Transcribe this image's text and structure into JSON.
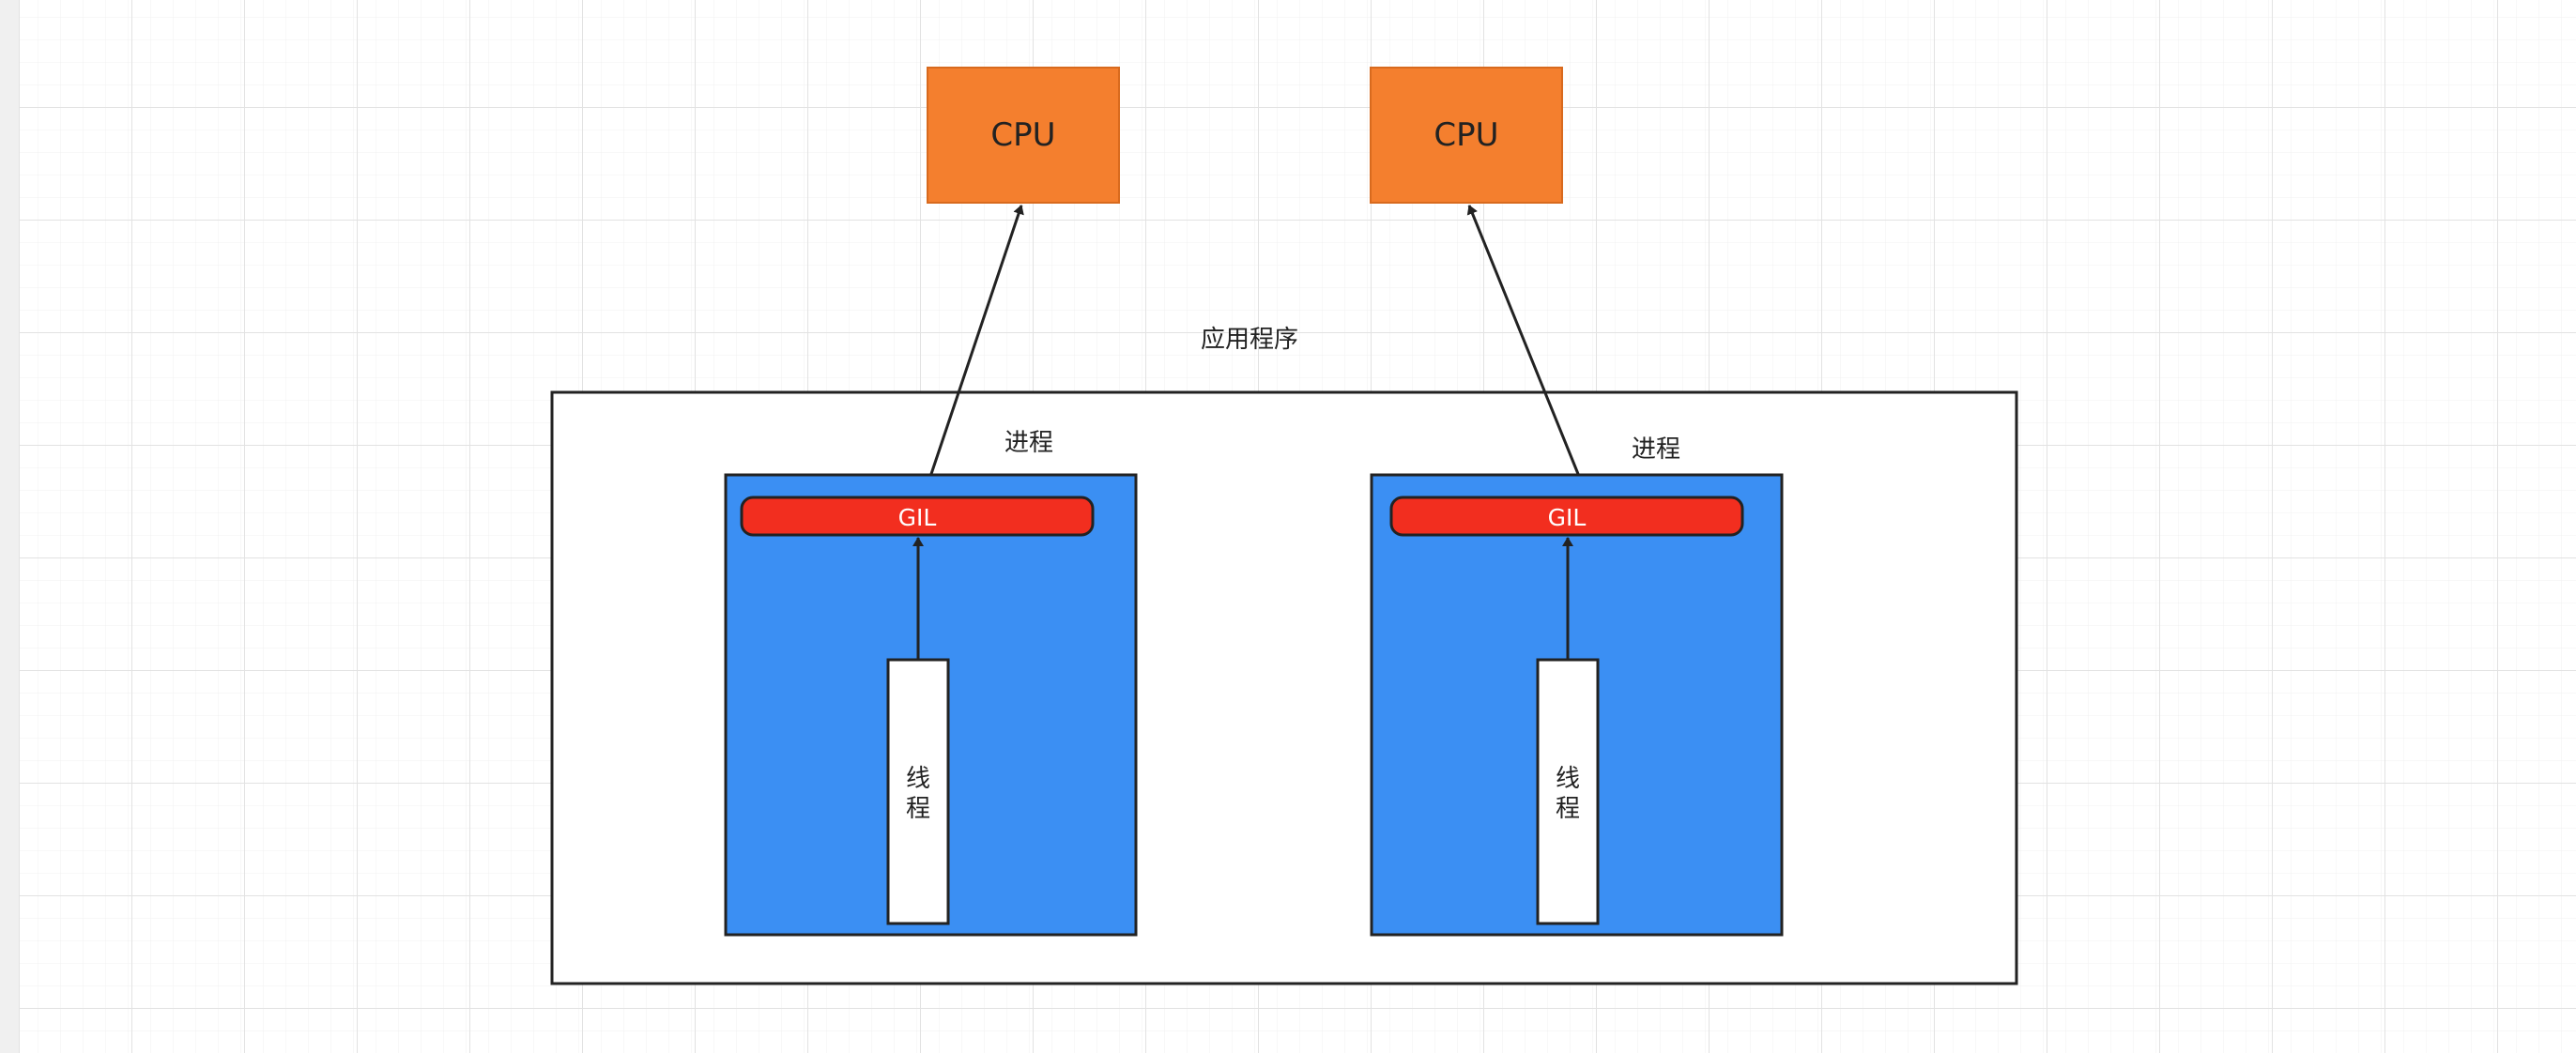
{
  "diagram": {
    "app_label": "应用程序",
    "cpus": [
      {
        "label": "CPU"
      },
      {
        "label": "CPU"
      }
    ],
    "processes": [
      {
        "label": "进程",
        "gil_label": "GIL",
        "thread_label": [
          "线",
          "程"
        ]
      },
      {
        "label": "进程",
        "gil_label": "GIL",
        "thread_label": [
          "线",
          "程"
        ]
      }
    ]
  },
  "colors": {
    "cpu_fill": "#F47F2E",
    "cpu_stroke": "#D86A1E",
    "process_fill": "#3B8FF3",
    "gil_fill": "#F22E1F",
    "thread_fill": "#FFFFFF",
    "stroke": "#222222",
    "grid_minor": "#F1F1F1",
    "grid_major": "#E2E2E2",
    "left_strip": "#F0F0F0"
  }
}
